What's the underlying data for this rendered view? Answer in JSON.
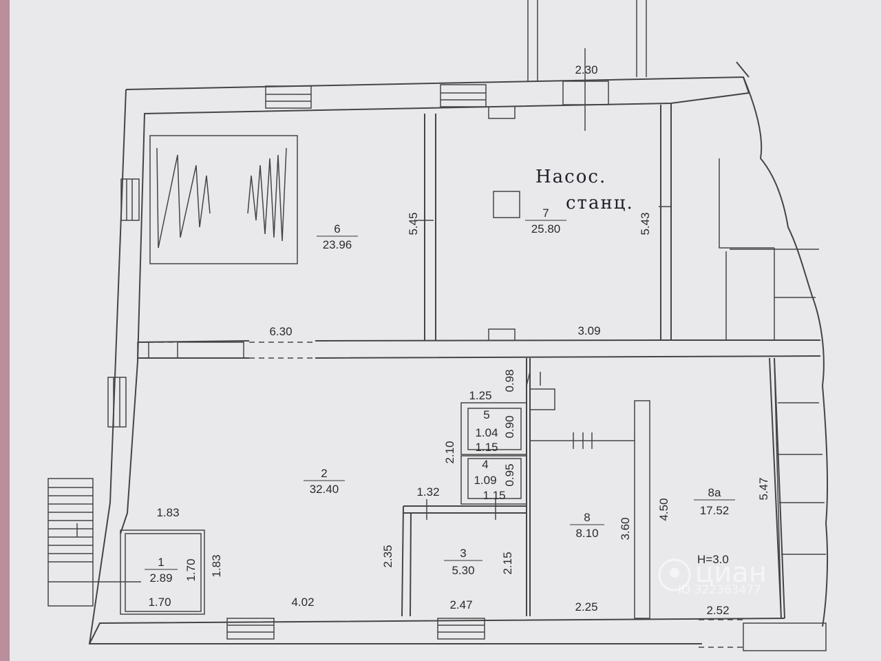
{
  "annotation": {
    "line1": "Насос.",
    "line2": "станц."
  },
  "rooms": [
    {
      "id": "room-1",
      "number": "1",
      "area": "2.89"
    },
    {
      "id": "room-2",
      "number": "2",
      "area": "32.40"
    },
    {
      "id": "room-3",
      "number": "3",
      "area": "5.30"
    },
    {
      "id": "room-4",
      "number": "4",
      "area": "1.09"
    },
    {
      "id": "room-5",
      "number": "5",
      "area": "1.04"
    },
    {
      "id": "room-6",
      "number": "6",
      "area": "23.96"
    },
    {
      "id": "room-7",
      "number": "7",
      "area": "25.80"
    },
    {
      "id": "room-8",
      "number": "8",
      "area": "8.10"
    },
    {
      "id": "room-8a",
      "number": "8а",
      "area": "17.52"
    }
  ],
  "ceiling_height": "Н=3.0",
  "dimensions": {
    "top_230": "2.30",
    "r6_height": "5.45",
    "r7_height": "5.43",
    "r6_width": "6.30",
    "r7_width": "3.09",
    "d098": "0.98",
    "d125": "1.25",
    "d090": "0.90",
    "d115a": "1.15",
    "d210": "2.10",
    "d095": "0.95",
    "d115b": "1.15",
    "d132": "1.32",
    "d183a": "1.83",
    "d170a": "1.70",
    "d183b": "1.83",
    "d170b": "1.70",
    "d402": "4.02",
    "d235": "2.35",
    "d215": "2.15",
    "d247": "2.47",
    "d360": "3.60",
    "d450": "4.50",
    "d547": "5.47",
    "d225": "2.25",
    "d252": "2.52"
  },
  "watermark": {
    "brand": "циан",
    "id_text": "ID 322363477"
  }
}
